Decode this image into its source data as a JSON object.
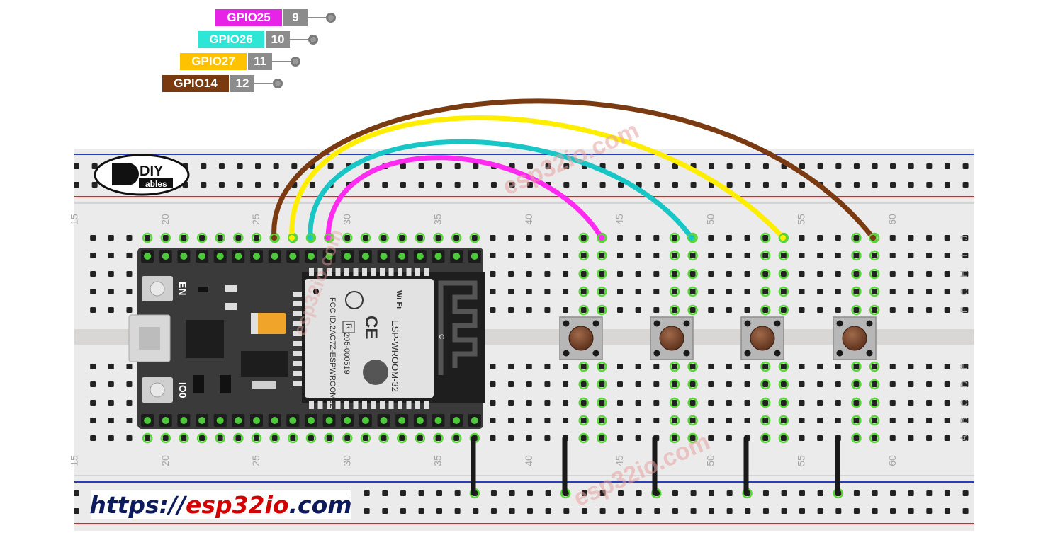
{
  "pin_labels": [
    {
      "name": "GPIO25",
      "number": "9",
      "color": "#e623e6"
    },
    {
      "name": "GPIO26",
      "number": "10",
      "color": "#2ee6d6"
    },
    {
      "name": "GPIO27",
      "number": "11",
      "color": "#ffc200"
    },
    {
      "name": "GPIO14",
      "number": "12",
      "color": "#7a3a10"
    }
  ],
  "logo": {
    "line1": "DIY",
    "line2": "ables"
  },
  "breadboard": {
    "column_numbers": [
      "15",
      "20",
      "25",
      "30",
      "35",
      "40",
      "45",
      "50",
      "55",
      "60"
    ],
    "row_letters_top": [
      "J",
      "I",
      "H",
      "G",
      "F"
    ],
    "row_letters_bottom": [
      "E",
      "D",
      "C",
      "B",
      "A"
    ]
  },
  "esp32": {
    "en_label": "EN",
    "io0_label": "IO0",
    "module_name": "ESP-WROOM-32",
    "module_code": "205-000519",
    "fcc_text": "FCC ID:2AC7Z-ESPWROOM32",
    "wifi_text": "Wi Fi",
    "r_mark": "R",
    "ce_mark": "CE",
    "c_mark": "C"
  },
  "watermark": "esp32io.com",
  "url": {
    "part1": "https://",
    "part2": "esp32io",
    "part3": ".com"
  },
  "wire_colors": {
    "gpio25": "#ff2bf0",
    "gpio26": "#19c6c6",
    "gpio27": "#ffee00",
    "gpio14": "#7b3b12",
    "ground": "#1a1a1a"
  },
  "button_count": 4
}
